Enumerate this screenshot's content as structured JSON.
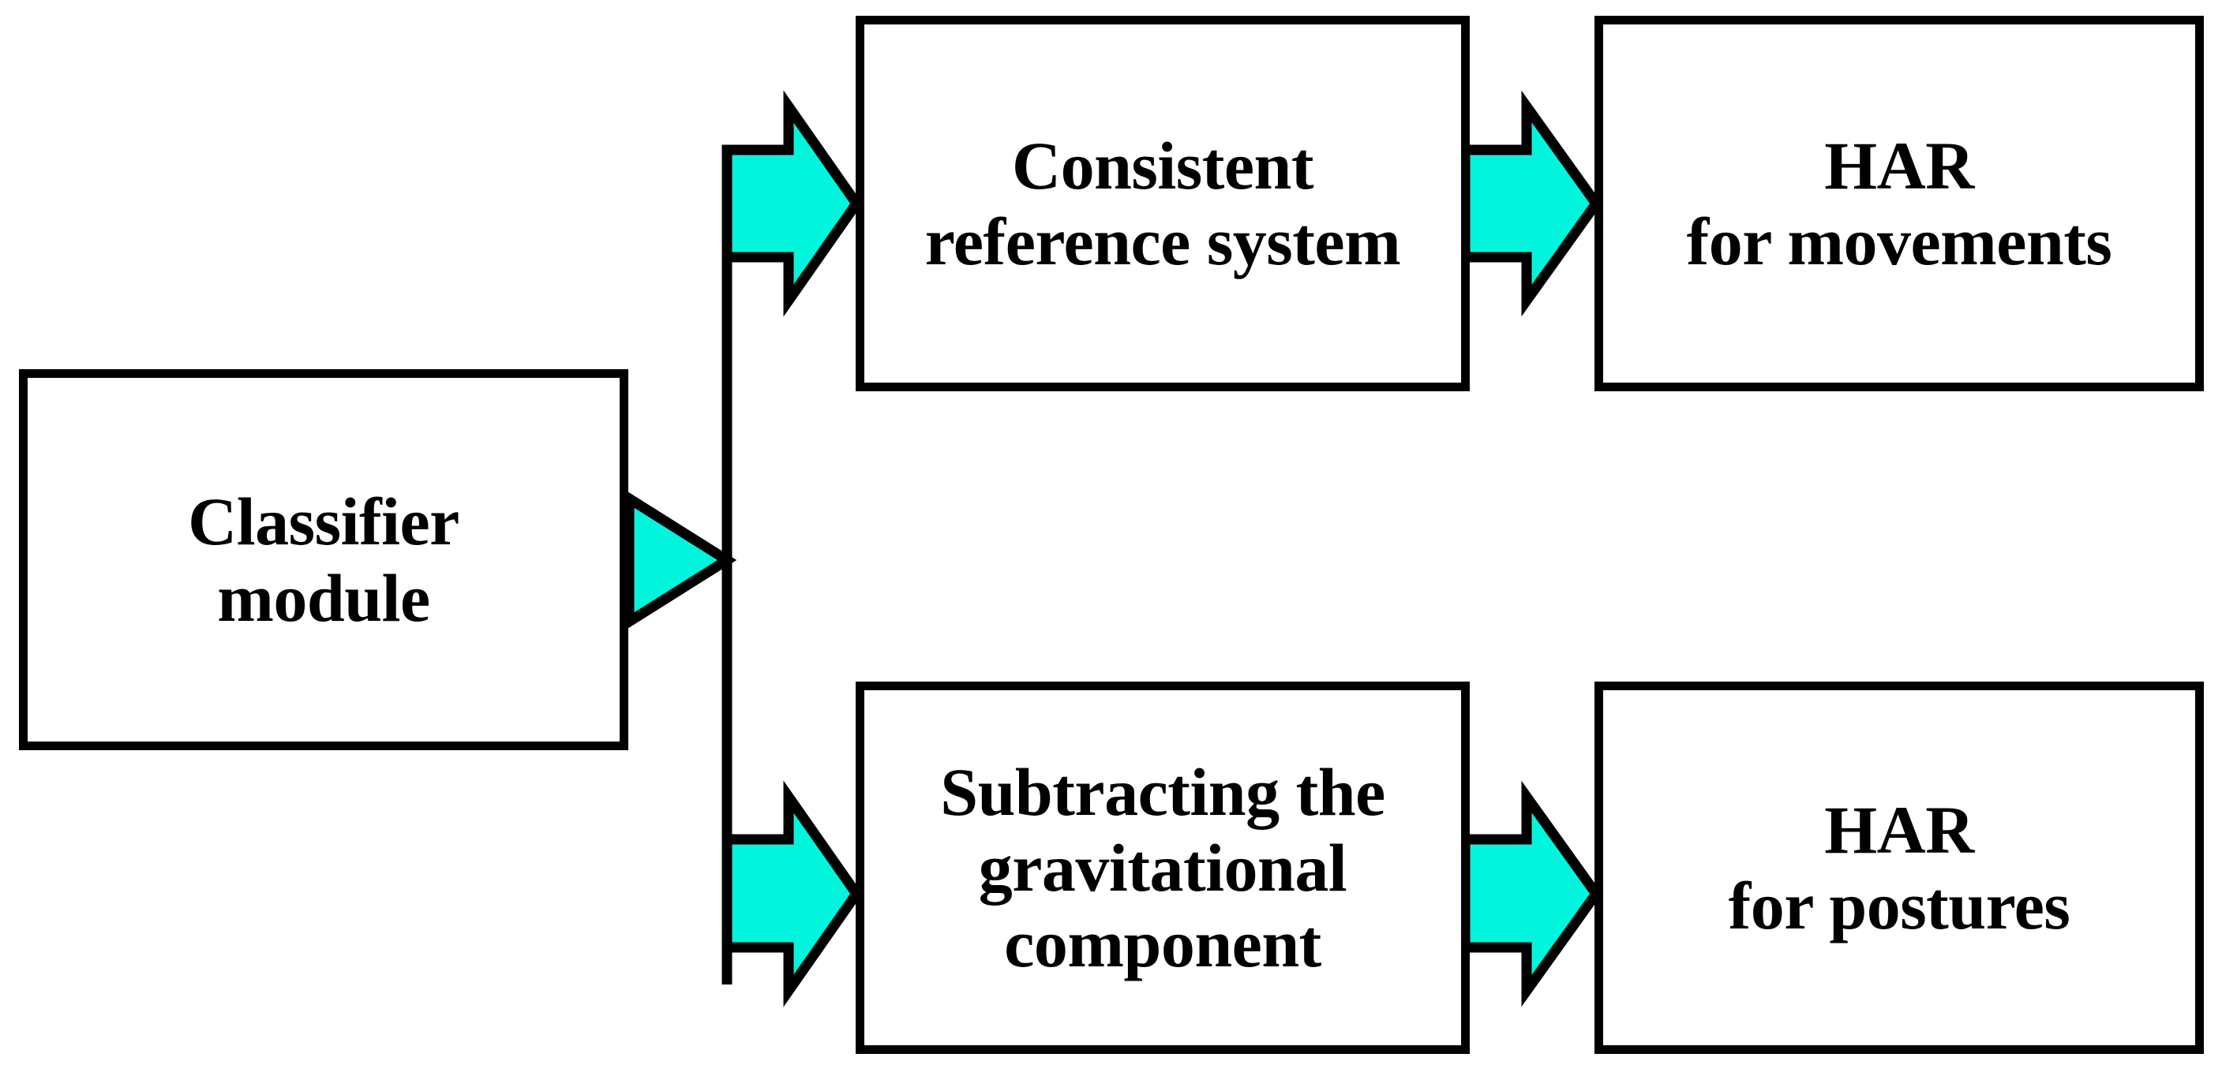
{
  "diagram": {
    "type": "flowchart",
    "title": "Classifier module branching flowchart",
    "colors": {
      "arrow_fill": "#00F5DC",
      "arrow_outline": "#000000",
      "box_border": "#000000",
      "box_fill": "#FFFFFF",
      "background": "#FFFFFF"
    },
    "nodes": [
      {
        "id": "classifier-module",
        "label": "Classifier\nmodule",
        "line1": "Classifier",
        "line2": "module",
        "column": "left",
        "row": "middle"
      },
      {
        "id": "consistent-reference-system",
        "label": "Consistent\nreference system",
        "line1": "Consistent",
        "line2": "reference system",
        "column": "middle",
        "row": "top"
      },
      {
        "id": "har-for-movements",
        "label": "HAR\nfor movements",
        "line1": "HAR",
        "line2": "for movements",
        "column": "right",
        "row": "top"
      },
      {
        "id": "subtracting-gravitational-component",
        "label": "Subtracting the\ngravitational\ncomponent",
        "line1": "Subtracting the",
        "line2": "gravitational",
        "line3": "component",
        "column": "middle",
        "row": "bottom"
      },
      {
        "id": "har-for-postures",
        "label": "HAR\nfor postures",
        "line1": "HAR",
        "line2": "for postures",
        "column": "right",
        "row": "bottom"
      }
    ],
    "edges": [
      {
        "id": "classifier-to-split",
        "from": "classifier-module",
        "to": "branch-split",
        "style": "triangle-arrowhead"
      },
      {
        "id": "split-to-consistent-reference-system",
        "from": "branch-split",
        "to": "consistent-reference-system",
        "style": "block-arrow"
      },
      {
        "id": "consistent-reference-system-to-har-movements",
        "from": "consistent-reference-system",
        "to": "har-for-movements",
        "style": "block-arrow"
      },
      {
        "id": "split-to-subtracting-gravitational-component",
        "from": "branch-split",
        "to": "subtracting-gravitational-component",
        "style": "block-arrow"
      },
      {
        "id": "subtracting-gravitational-component-to-har-postures",
        "from": "subtracting-gravitational-component",
        "to": "har-for-postures",
        "style": "block-arrow"
      }
    ]
  }
}
